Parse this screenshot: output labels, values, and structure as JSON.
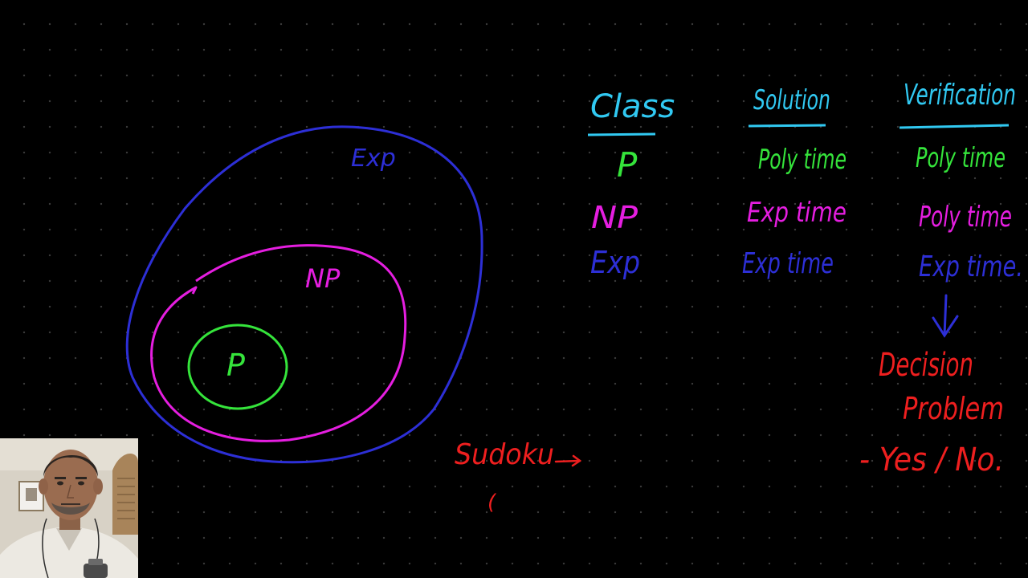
{
  "diagram": {
    "exp_label": "Exp",
    "np_label": "NP",
    "p_label": "P",
    "sudoku_label": "Sudoku",
    "sudoku_mark": "(",
    "colors": {
      "exp": "#2d2fd6",
      "np": "#e51ee0",
      "p": "#35e43b",
      "red": "#ee1f1f",
      "cyan": "#31c9f2"
    }
  },
  "table": {
    "headers": {
      "class": "Class",
      "solution": "Solution",
      "verification": "Verification"
    },
    "rows": [
      {
        "class": "P",
        "solution": "Poly time",
        "verification": "Poly time"
      },
      {
        "class": "NP",
        "solution": "Exp time",
        "verification": "Poly time"
      },
      {
        "class": "Exp",
        "solution": "Exp time",
        "verification": "Exp time."
      }
    ]
  },
  "note": {
    "line1": "Decision",
    "line2": "Problem",
    "line3": "- Yes / No."
  },
  "webcam": {
    "icon": "presenter-video"
  }
}
